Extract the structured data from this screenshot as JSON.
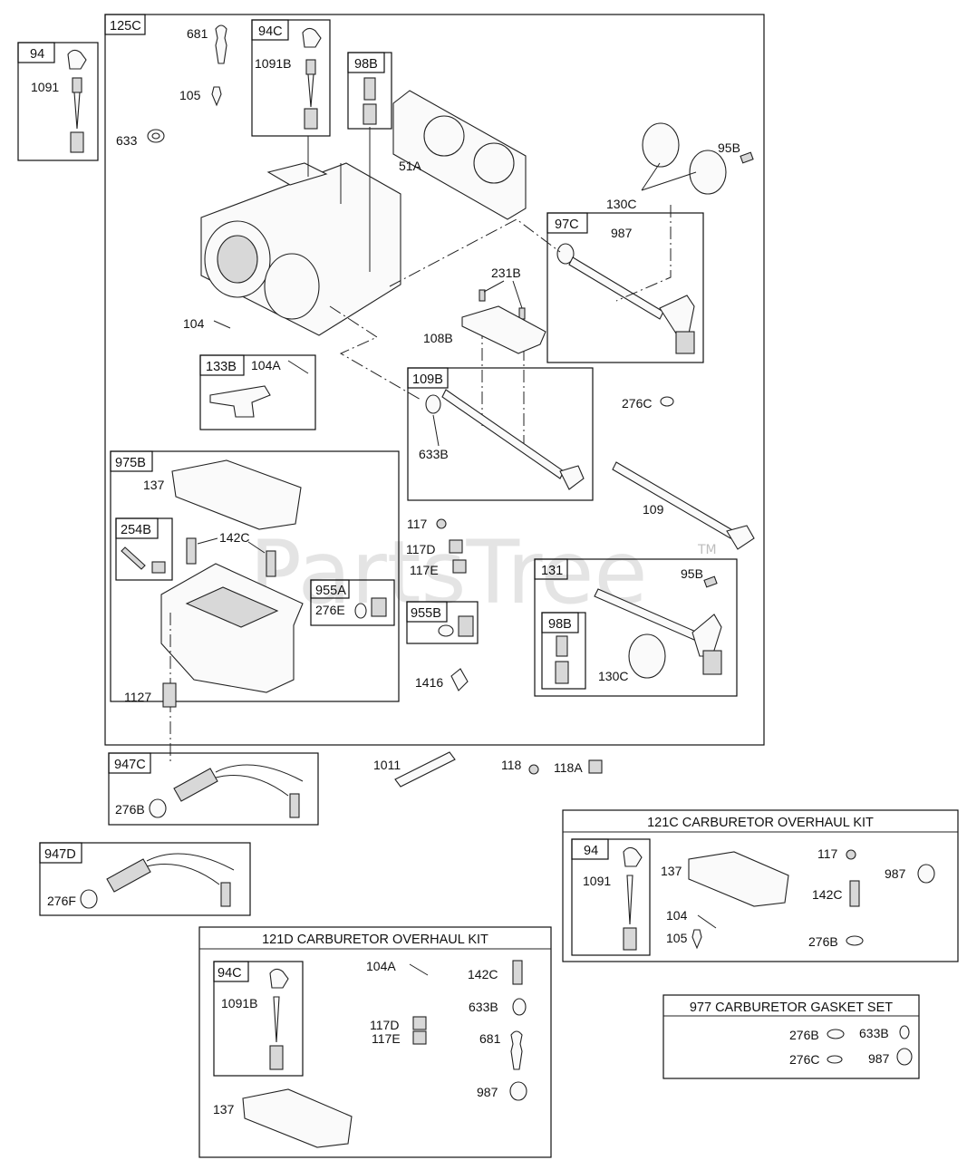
{
  "watermark": {
    "text": "PartsTree",
    "trademark": "TM"
  },
  "boxes": {
    "b125C": "125C",
    "b94": "94",
    "b94C": "94C",
    "b98B": "98B",
    "b97C": "97C",
    "b133B": "133B",
    "b109B": "109B",
    "b975B": "975B",
    "b254B": "254B",
    "b955A": "955A",
    "b955B": "955B",
    "b131": "131",
    "b98B2": "98B",
    "b947C": "947C",
    "b947D": "947D",
    "k121C_94": "94",
    "k121D_94C": "94C"
  },
  "labels": {
    "l681": "681",
    "l1091B": "1091B",
    "l1091": "1091",
    "l105": "105",
    "l633": "633",
    "l51A": "51A",
    "l95B": "95B",
    "l130C": "130C",
    "l987": "987",
    "l231B": "231B",
    "l108B": "108B",
    "l104": "104",
    "l104A": "104A",
    "l276C": "276C",
    "l633B": "633B",
    "l109": "109",
    "l137": "137",
    "l142C": "142C",
    "l117": "117",
    "l117D": "117D",
    "l117E": "117E",
    "l276E": "276E",
    "l95B2": "95B",
    "l130C2": "130C",
    "l1416": "1416",
    "l1127": "1127",
    "l1011": "1011",
    "l118": "118",
    "l118A": "118A",
    "l276B": "276B",
    "l276F": "276F"
  },
  "kit121C": {
    "title": "121C CARBURETOR OVERHAUL KIT",
    "labels": {
      "l1091": "1091",
      "l137": "137",
      "l117": "117",
      "l987": "987",
      "l142C": "142C",
      "l104": "104",
      "l105": "105",
      "l276B": "276B"
    }
  },
  "kit121D": {
    "title": "121D CARBURETOR OVERHAUL KIT",
    "labels": {
      "l1091B": "1091B",
      "l104A": "104A",
      "l142C": "142C",
      "l117D": "117D",
      "l633B": "633B",
      "l117E": "117E",
      "l681": "681",
      "l987": "987",
      "l137": "137"
    }
  },
  "kit977": {
    "title": "977 CARBURETOR GASKET SET",
    "labels": {
      "l276B": "276B",
      "l633B": "633B",
      "l276C": "276C",
      "l987": "987"
    }
  }
}
